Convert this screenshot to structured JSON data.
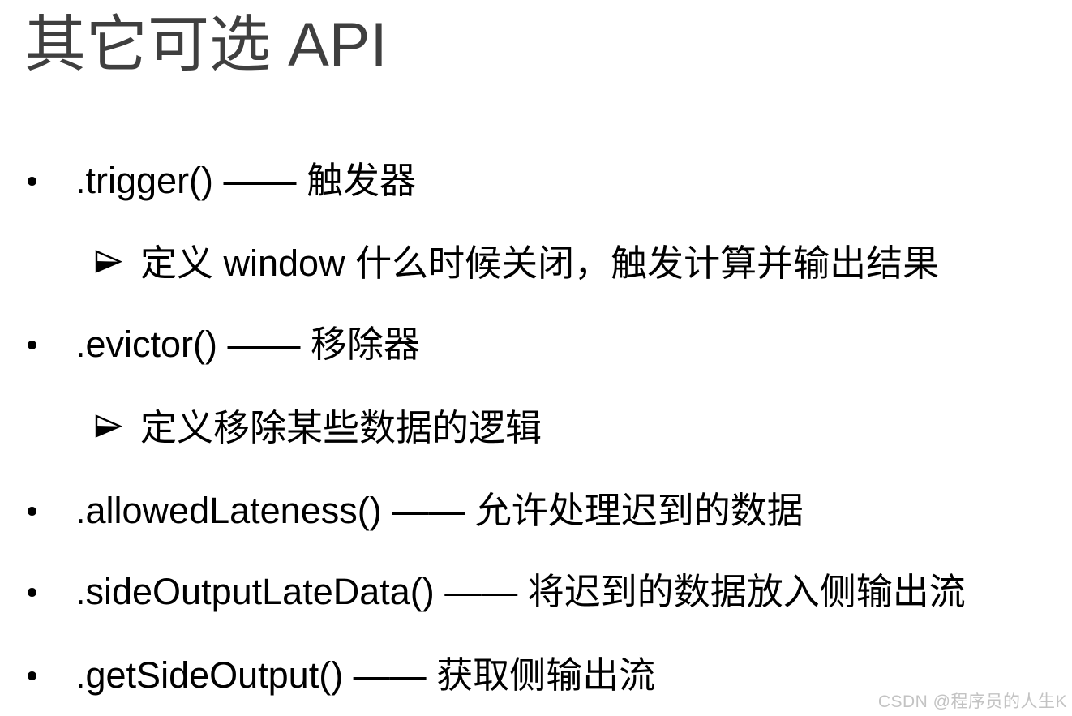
{
  "slide": {
    "title": "其它可选 API",
    "items": [
      {
        "level": 1,
        "marker": "•",
        "text": ".trigger() —— 触发器"
      },
      {
        "level": 2,
        "marker": "➢",
        "text": "定义 window 什么时候关闭，触发计算并输出结果"
      },
      {
        "level": 1,
        "marker": "•",
        "text": ".evictor() —— 移除器"
      },
      {
        "level": 2,
        "marker": "➢",
        "text": "定义移除某些数据的逻辑"
      },
      {
        "level": 1,
        "marker": "•",
        "text": ".allowedLateness() —— 允许处理迟到的数据"
      },
      {
        "level": 1,
        "marker": "•",
        "text": ".sideOutputLateData() —— 将迟到的数据放入侧输出流"
      },
      {
        "level": 1,
        "marker": "•",
        "text": ".getSideOutput() —— 获取侧输出流"
      }
    ],
    "watermark": "CSDN @程序员的人生K"
  },
  "colors": {
    "background": "#ffffff",
    "title": "#3f3f3f",
    "body": "#000000",
    "watermark": "#c3c3c3"
  }
}
